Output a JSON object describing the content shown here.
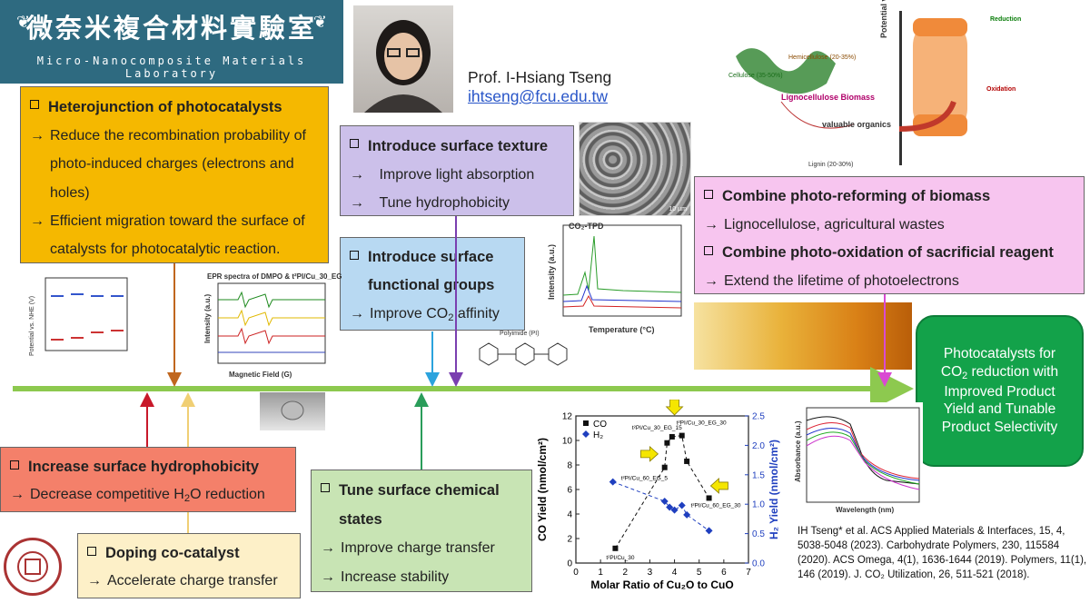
{
  "lab": {
    "name_zh": "微奈米複合材料實驗室",
    "name_en": "Micro-Nanocomposite Materials Laboratory"
  },
  "professor": {
    "name": "Prof. I-Hsiang Tseng",
    "email": "ihtseng@fcu.edu.tw"
  },
  "box_heterojunction": {
    "title": "Heterojunction of photocatalysts",
    "items": [
      "Reduce the recombination probability of photo-induced charges (electrons and holes)",
      "Efficient migration toward the surface of catalysts for photocatalytic reaction."
    ]
  },
  "box_texture": {
    "title": "Introduce surface texture",
    "items": [
      "Improve light absorption",
      "Tune hydrophobicity"
    ]
  },
  "box_functional": {
    "title": "Introduce surface functional groups",
    "item_pre": "Improve CO",
    "item_sub": "2",
    "item_post": " affinity"
  },
  "box_biomass": {
    "title1": "Combine photo-reforming of biomass",
    "item1": "Lignocellulose, agricultural wastes",
    "title2": "Combine photo-oxidation of sacrificial reagent",
    "item2": "Extend the lifetime of photoelectrons"
  },
  "box_hydrophobic": {
    "title": "Increase surface hydrophobicity",
    "item_pre": "Decrease competitive H",
    "item_sub": "2",
    "item_post": "O reduction"
  },
  "box_doping": {
    "title": "Doping co-catalyst",
    "item": "Accelerate charge transfer"
  },
  "box_chemical": {
    "title": "Tune surface chemical states",
    "items": [
      "Improve charge transfer",
      "Increase stability"
    ]
  },
  "goal": {
    "line1": "Photocatalysts for",
    "line2_pre": "CO",
    "line2_sub": "2",
    "line2_post": " reduction with",
    "line3": "Improved Product",
    "line4": "Yield and Tunable",
    "line5": "Product Selectivity"
  },
  "figure_labels": {
    "epr_title": "EPR spectra of DMPO & t²PI/Cu_30_EG",
    "epr_x": "Magnetic Field (G)",
    "epr_y": "Intensity (a.u.)",
    "tpd_title": "CO₂-TPD",
    "tpd_x": "Temperature (°C)",
    "tpd_y": "Intensity (a.u.)",
    "band_y": "Potential vs. NHE (V)",
    "biomass_label": "Lignocellulose Biomass",
    "valuable": "valuable organics",
    "cellulose": "Cellulose (35-50%)",
    "hemicellulose": "Hemicellulose (20-35%)",
    "lignin": "Lignin (20-30%)",
    "reduction": "Reduction",
    "oxidation": "Oxidation",
    "polyimide": "Polyimide (PI)",
    "abs_y": "Absorbance (a.u.)",
    "abs_x": "Wavelength (nm)",
    "sem_scale": "10 μm"
  },
  "chart_data": {
    "type": "scatter",
    "xlabel": "Molar Ratio of Cu₂O to CuO",
    "ylabel_left": "CO Yield (nmol/cm²)",
    "ylabel_right": "H₂ Yield (nmol/cm²)",
    "xlim": [
      0,
      7
    ],
    "ylim_left": [
      0,
      12
    ],
    "ylim_right": [
      0,
      2.5
    ],
    "xticks": [
      "0",
      "1",
      "2",
      "3",
      "4",
      "5",
      "6",
      "7"
    ],
    "yticks_left": [
      "0",
      "2",
      "4",
      "6",
      "8",
      "10",
      "12"
    ],
    "yticks_right": [
      "0.0",
      "0.5",
      "1.0",
      "1.5",
      "2.0",
      "2.5"
    ],
    "series": [
      {
        "name": "CO",
        "color": "#111111",
        "marker": "square",
        "x": [
          1.6,
          3.6,
          3.7,
          3.9,
          4.3,
          4.5,
          5.4
        ],
        "y": [
          1.2,
          7.8,
          9.8,
          10.3,
          10.4,
          8.3,
          5.3
        ]
      },
      {
        "name": "H₂",
        "color": "#1f3fbf",
        "marker": "diamond",
        "x": [
          1.5,
          3.6,
          3.8,
          4.0,
          4.3,
          4.5,
          5.4
        ],
        "y": [
          1.38,
          1.05,
          0.95,
          0.9,
          0.98,
          0.82,
          0.55
        ]
      }
    ],
    "annotations": [
      {
        "text": "t²PI/Cu_30_EG_15",
        "x": 3.9,
        "y": 10.3
      },
      {
        "text": "t²PI/Cu_30_EG_30",
        "x": 4.3,
        "y": 10.4
      },
      {
        "text": "t²PI/Cu_60_EG_5",
        "x": 3.6,
        "y": 7.8
      },
      {
        "text": "t²PI/Cu_60_EG_30",
        "x": 5.4,
        "y": 5.3
      },
      {
        "text": "t²PI/Cu_30",
        "x": 1.6,
        "y": 1.2
      }
    ]
  },
  "references": "IH Tseng* et al. ACS Applied Materials & Interfaces, 15, 4, 5038-5048 (2023). Carbohydrate Polymers, 230, 115584 (2020). ACS Omega, 4(1), 1636-1644 (2019). Polymers, 11(1), 146 (2019). J. CO₂ Utilization, 26, 511-521 (2018).",
  "colors": {
    "orange": "#f5b800",
    "purple": "#ccc0ea",
    "blue": "#b8d9f2",
    "pink": "#f7c5ef",
    "red": "#f4806a",
    "yellow": "#fdf0c8",
    "green": "#c8e4b4",
    "goal": "#13a24a",
    "timeline": "#8dc94f"
  }
}
